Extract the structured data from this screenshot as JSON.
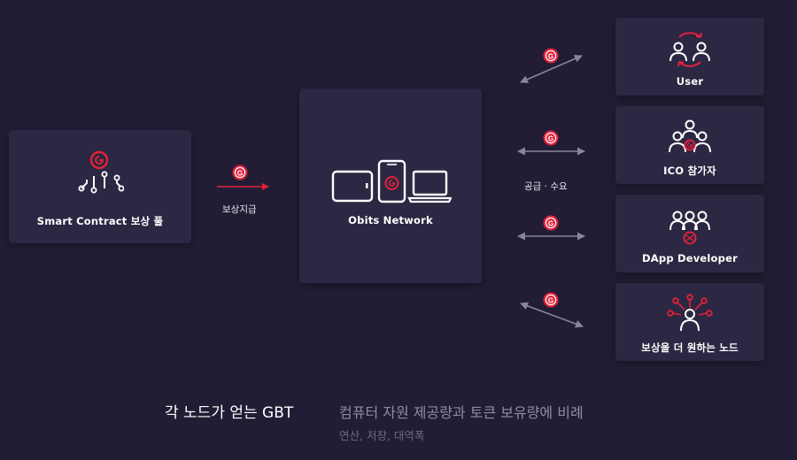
{
  "pool": {
    "label": "Smart Contract 보상 풀"
  },
  "reward_label": "보상지급",
  "network": {
    "label": "Obits Network"
  },
  "supply_demand_label": "공급 · 수요",
  "nodes": [
    {
      "label": "User",
      "icon": "users-exchange-icon"
    },
    {
      "label": "ICO 참가자",
      "icon": "ico-participants-icon"
    },
    {
      "label": "DApp Developer",
      "icon": "developer-group-icon"
    },
    {
      "label": "보상을 더 원하는 노드",
      "icon": "network-node-icon"
    }
  ],
  "footer": {
    "title": "각 노드가 얻는 GBT",
    "description": "컴퓨터 자원 제공량과 토큰 보유량에 비례",
    "sub": "연산, 저장, 대역폭"
  },
  "colors": {
    "background": "#221d35",
    "card": "#2c2742",
    "accent": "#e2213b",
    "arrow": "#8a8599"
  }
}
